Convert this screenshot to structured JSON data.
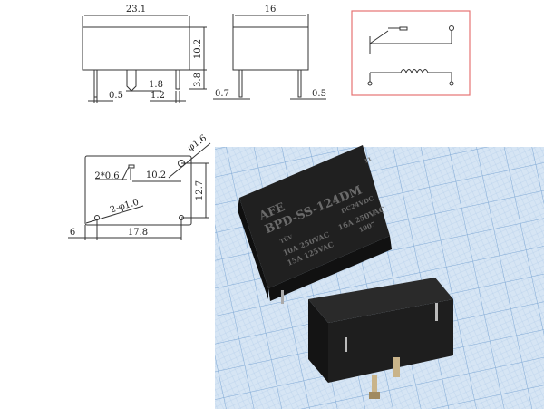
{
  "front_view": {
    "width_label": "23.1",
    "height_label": "10.2",
    "pin_length_label": "3.8",
    "pin_offset_label": "1.8",
    "pin_width_label": "0.5",
    "pin_spacing_label": "1.2"
  },
  "side_view": {
    "width_label": "16",
    "pin_width_left_label": "0.7",
    "pin_width_right_label": "0.5"
  },
  "footprint": {
    "slot_label": "2*0.6",
    "horizontal_offset_label": "10.2",
    "large_hole_label": "φ1.6",
    "vertical_label": "12.7",
    "small_holes_label": "2-φ1.0",
    "edge_offset_label": "6",
    "pin_pitch_label": "17.8"
  },
  "relay": {
    "brand": "AFE",
    "model": "BPD-SS-124DM",
    "coil": "DC24VDC",
    "rating_1": "10A 250VAC",
    "rating_2": "15A 125VAC",
    "rating_3": "16A 250VAC",
    "tuv": "TÜV",
    "date_code": "1907",
    "corner_mark": "11"
  },
  "colors": {
    "schematic_border": "#e57373",
    "grid_paper": "#cfe0f2",
    "grid_line": "#8fb4da",
    "relay_body": "#1c1c1c"
  }
}
